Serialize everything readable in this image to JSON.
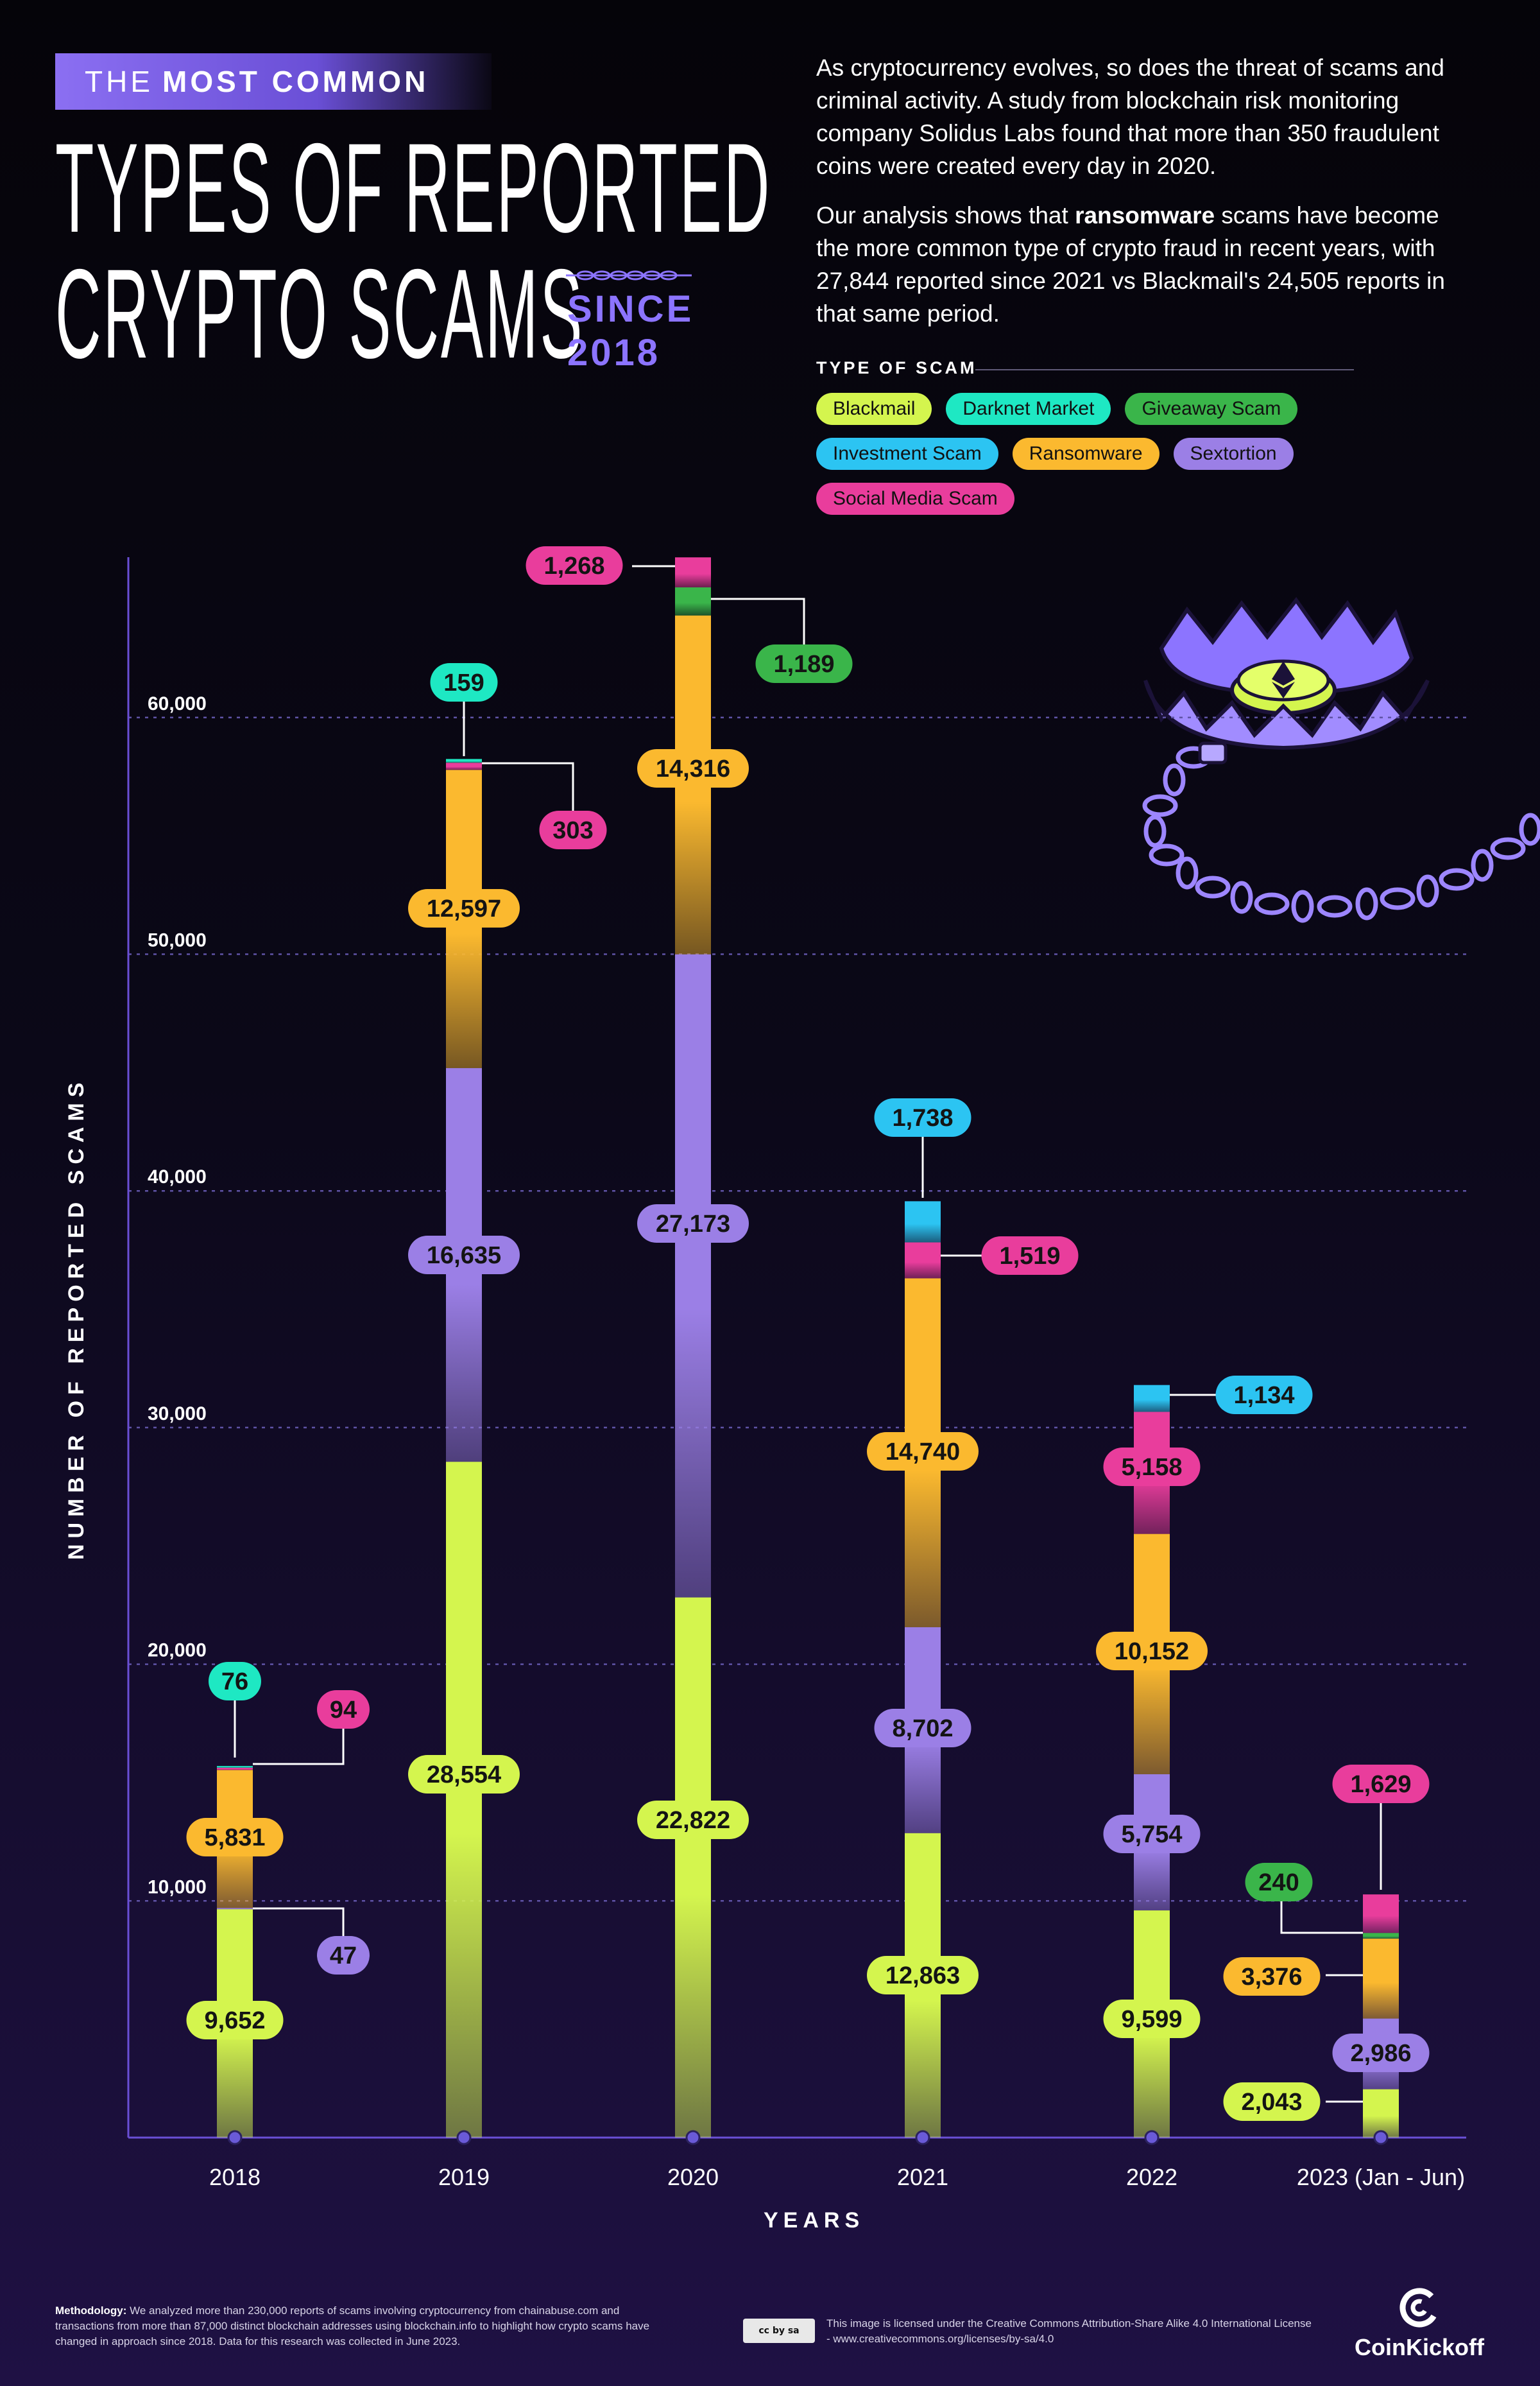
{
  "header": {
    "kicker_light": "THE",
    "kicker_bold": "MOST COMMON",
    "title_line1": "TYPES OF REPORTED",
    "title_line2": "CRYPTO SCAMS",
    "since_line1": "SINCE",
    "since_line2": "2018"
  },
  "intro": {
    "p1": "As cryptocurrency evolves, so does the threat of scams and criminal activity. A study from blockchain risk monitoring company Solidus Labs found that more than 350 fraudulent coins were created every day in 2020.",
    "p2_before": "Our analysis shows that ",
    "p2_bold": "ransomware",
    "p2_after": " scams have become the more common type of crypto fraud in recent years, with 27,844 reported since 2021 vs Blackmail's 24,505 reports in that same period."
  },
  "legend": {
    "title": "TYPE OF SCAM",
    "items": [
      {
        "label": "Blackmail",
        "color": "#d4f54e"
      },
      {
        "label": "Darknet Market",
        "color": "#1ee8c3"
      },
      {
        "label": "Giveaway Scam",
        "color": "#3ab54a"
      },
      {
        "label": "Investment Scam",
        "color": "#2cc4f2"
      },
      {
        "label": "Ransomware",
        "color": "#fbb92f"
      },
      {
        "label": "Sextortion",
        "color": "#9b7fe6"
      },
      {
        "label": "Social Media Scam",
        "color": "#e93d9c"
      }
    ]
  },
  "chart_data": {
    "type": "bar",
    "stacked": true,
    "ylabel": "NUMBER OF REPORTED SCAMS",
    "xlabel": "YEARS",
    "ylim": [
      0,
      66000
    ],
    "yticks": [
      10000,
      20000,
      30000,
      40000,
      50000,
      60000
    ],
    "ytick_labels": [
      "10,000",
      "20,000",
      "30,000",
      "40,000",
      "50,000",
      "60,000"
    ],
    "grid": true,
    "categories": [
      "2018",
      "2019",
      "2020",
      "2021",
      "2022",
      "2023 (Jan - Jun)"
    ],
    "series": [
      {
        "name": "Blackmail",
        "color": "#d4f54e",
        "values": [
          9652,
          28554,
          22822,
          12863,
          9599,
          2043
        ],
        "labels": [
          "9,652",
          "28,554",
          "22,822",
          "12,863",
          "9,599",
          "2,043"
        ]
      },
      {
        "name": "Sextortion",
        "color": "#9b7fe6",
        "values": [
          47,
          16635,
          27173,
          8702,
          5754,
          2986
        ],
        "labels": [
          "47",
          "16,635",
          "27,173",
          "8,702",
          "5,754",
          "2,986"
        ]
      },
      {
        "name": "Ransomware",
        "color": "#fbb92f",
        "values": [
          5831,
          12597,
          14316,
          14740,
          10152,
          3376
        ],
        "labels": [
          "5,831",
          "12,597",
          "14,316",
          "14,740",
          "10,152",
          "3,376"
        ]
      },
      {
        "name": "Giveaway Scam",
        "color": "#3ab54a",
        "values": [
          0,
          0,
          1189,
          0,
          0,
          240
        ],
        "labels": [
          "",
          "",
          "1,189",
          "",
          "",
          "240"
        ]
      },
      {
        "name": "Social Media Scam",
        "color": "#e93d9c",
        "values": [
          94,
          303,
          1268,
          1519,
          5158,
          1629
        ],
        "labels": [
          "94",
          "303",
          "1,268",
          "1,519",
          "5,158",
          "1,629"
        ]
      },
      {
        "name": "Darknet Market",
        "color": "#1ee8c3",
        "values": [
          76,
          159,
          0,
          0,
          0,
          0
        ],
        "labels": [
          "76",
          "159",
          "",
          "",
          "",
          ""
        ]
      },
      {
        "name": "Investment Scam",
        "color": "#2cc4f2",
        "values": [
          0,
          0,
          0,
          1738,
          1134,
          0
        ],
        "labels": [
          "",
          "",
          "",
          "1,738",
          "1,134",
          ""
        ]
      }
    ]
  },
  "footer": {
    "method_bold": "Methodology:",
    "method_text": " We analyzed more than 230,000 reports of scams involving cryptocurrency from chainabuse.com and transactions from more than 87,000 distinct blockchain addresses using blockchain.info to highlight how crypto scams have changed in approach since 2018. Data for this research was collected in June 2023.",
    "license_text": "This image is licensed under the Creative Commons Attribution-Share Alike 4.0 International License - www.creativecommons.org/licenses/by-sa/4.0",
    "cc_badge": "cc by sa",
    "brand": "CoinKickoff"
  }
}
